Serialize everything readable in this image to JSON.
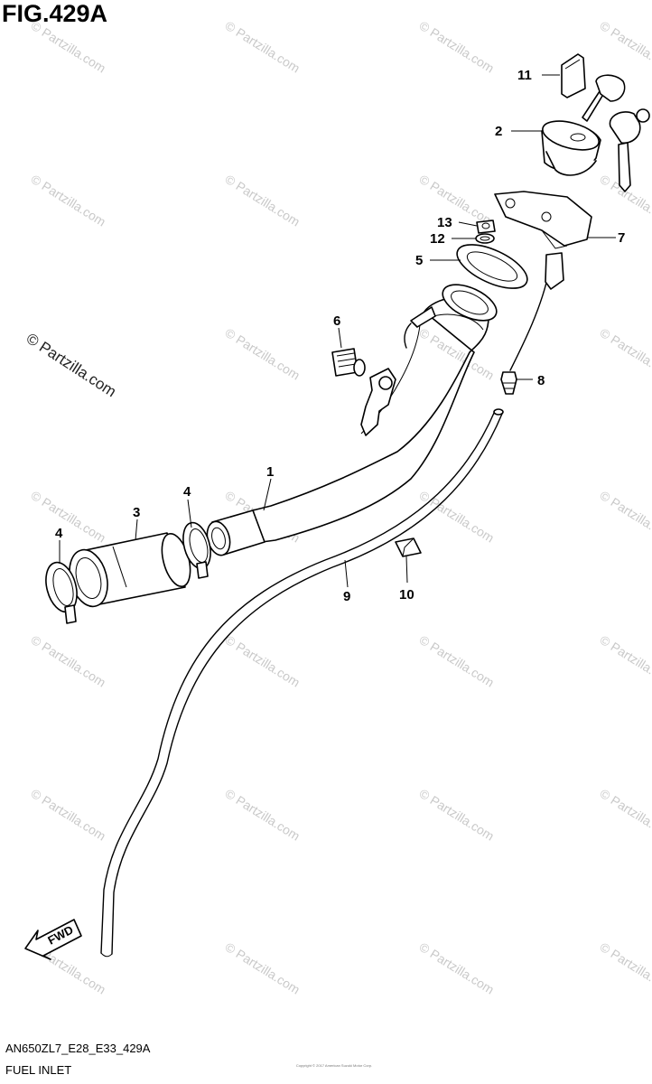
{
  "figure": {
    "title": "FIG.429A",
    "model_code": "AN650ZL7_E28_E33_429A",
    "section_name": "FUEL INLET",
    "copyright": "Copyright © 2017 American Suzuki Motor Corp."
  },
  "watermark": {
    "text": "© Partzilla.com",
    "primary_text": "© Partzilla.com"
  },
  "direction_arrow": {
    "label": "FWD"
  },
  "callouts": [
    {
      "id": "1",
      "label": "1"
    },
    {
      "id": "2",
      "label": "2"
    },
    {
      "id": "3",
      "label": "3"
    },
    {
      "id": "4a",
      "label": "4"
    },
    {
      "id": "4b",
      "label": "4"
    },
    {
      "id": "5",
      "label": "5"
    },
    {
      "id": "6",
      "label": "6"
    },
    {
      "id": "7",
      "label": "7"
    },
    {
      "id": "8",
      "label": "8"
    },
    {
      "id": "9",
      "label": "9"
    },
    {
      "id": "10",
      "label": "10"
    },
    {
      "id": "11",
      "label": "11"
    },
    {
      "id": "12",
      "label": "12"
    },
    {
      "id": "13",
      "label": "13"
    }
  ]
}
